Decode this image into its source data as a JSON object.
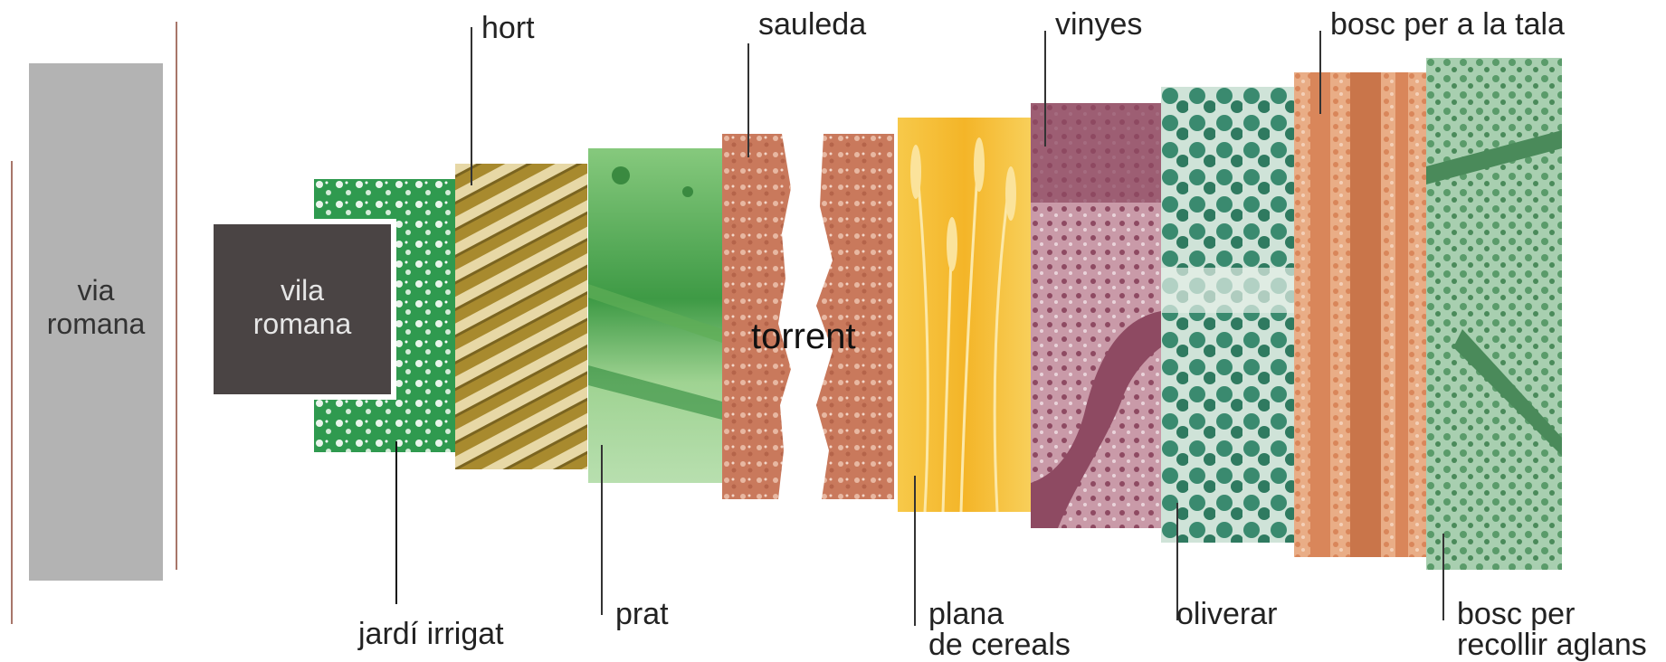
{
  "labels": {
    "via_romana": "via\nromana",
    "vila_romana": "vila\nromana",
    "hort": "hort",
    "sauleda": "sauleda",
    "vinyes": "vinyes",
    "bosc_tala": "bosc per a la tala",
    "jardi": "jardí irrigat",
    "prat": "prat",
    "torrent": "torrent",
    "plana_1": "plana",
    "plana_2": "de cereals",
    "oliverar": "oliverar",
    "bosc_aglans_1": "bosc per",
    "bosc_aglans_2": "recollir aglans"
  },
  "colors": {
    "via_romana": "#b3b3b3",
    "vila_romana": "#4a4444",
    "jardi": "#2f9a4f",
    "hort": "#a88a2e",
    "prat": "#5fae57",
    "torrent": "#c9795c",
    "cereals": "#f4b528",
    "vinyes": "#8e4a62",
    "oliverar": "#3a8a6f",
    "bosc_tala": "#d9865a",
    "bosc_aglans": "#5a9b6a",
    "boundary_line": "#a8766a",
    "leader_line": "#333333"
  }
}
